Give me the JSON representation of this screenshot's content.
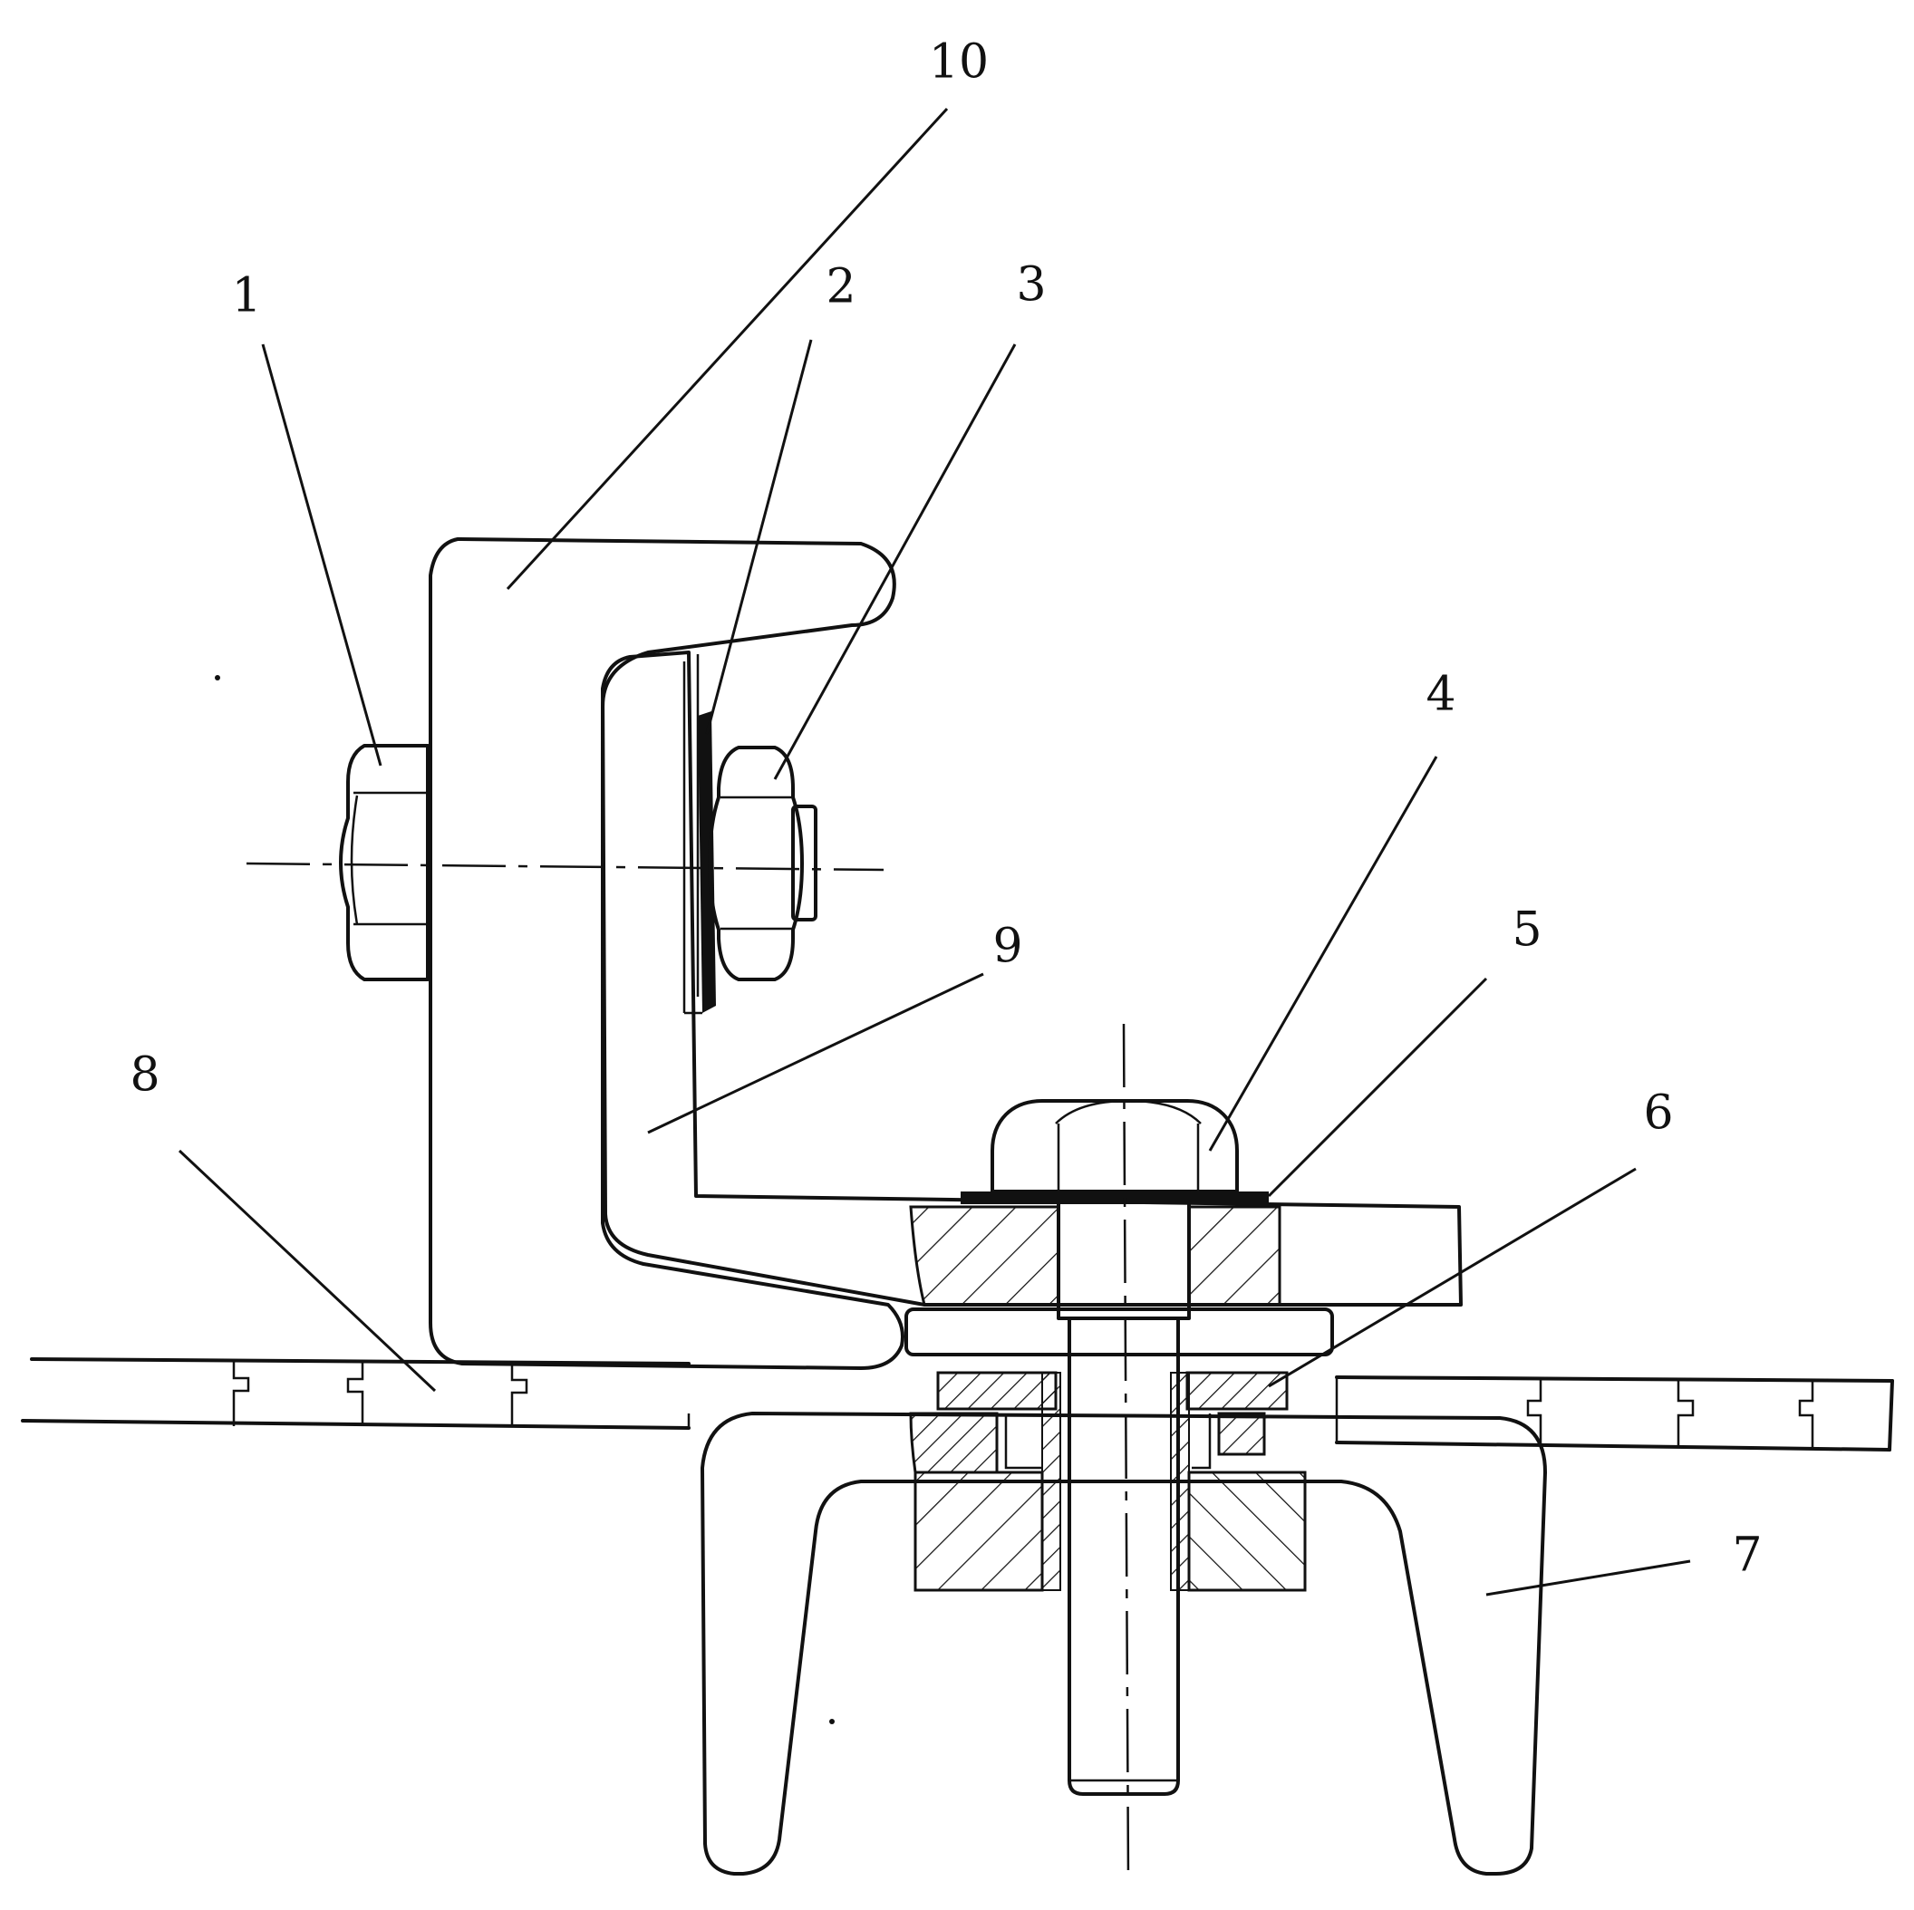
{
  "figure": {
    "callouts": [
      {
        "id": "callout-1",
        "label": "1"
      },
      {
        "id": "callout-2",
        "label": "2"
      },
      {
        "id": "callout-3",
        "label": "3"
      },
      {
        "id": "callout-4",
        "label": "4"
      },
      {
        "id": "callout-5",
        "label": "5"
      },
      {
        "id": "callout-6",
        "label": "6"
      },
      {
        "id": "callout-7",
        "label": "7"
      },
      {
        "id": "callout-8",
        "label": "8"
      },
      {
        "id": "callout-9",
        "label": "9"
      },
      {
        "id": "callout-10",
        "label": "10"
      }
    ]
  }
}
